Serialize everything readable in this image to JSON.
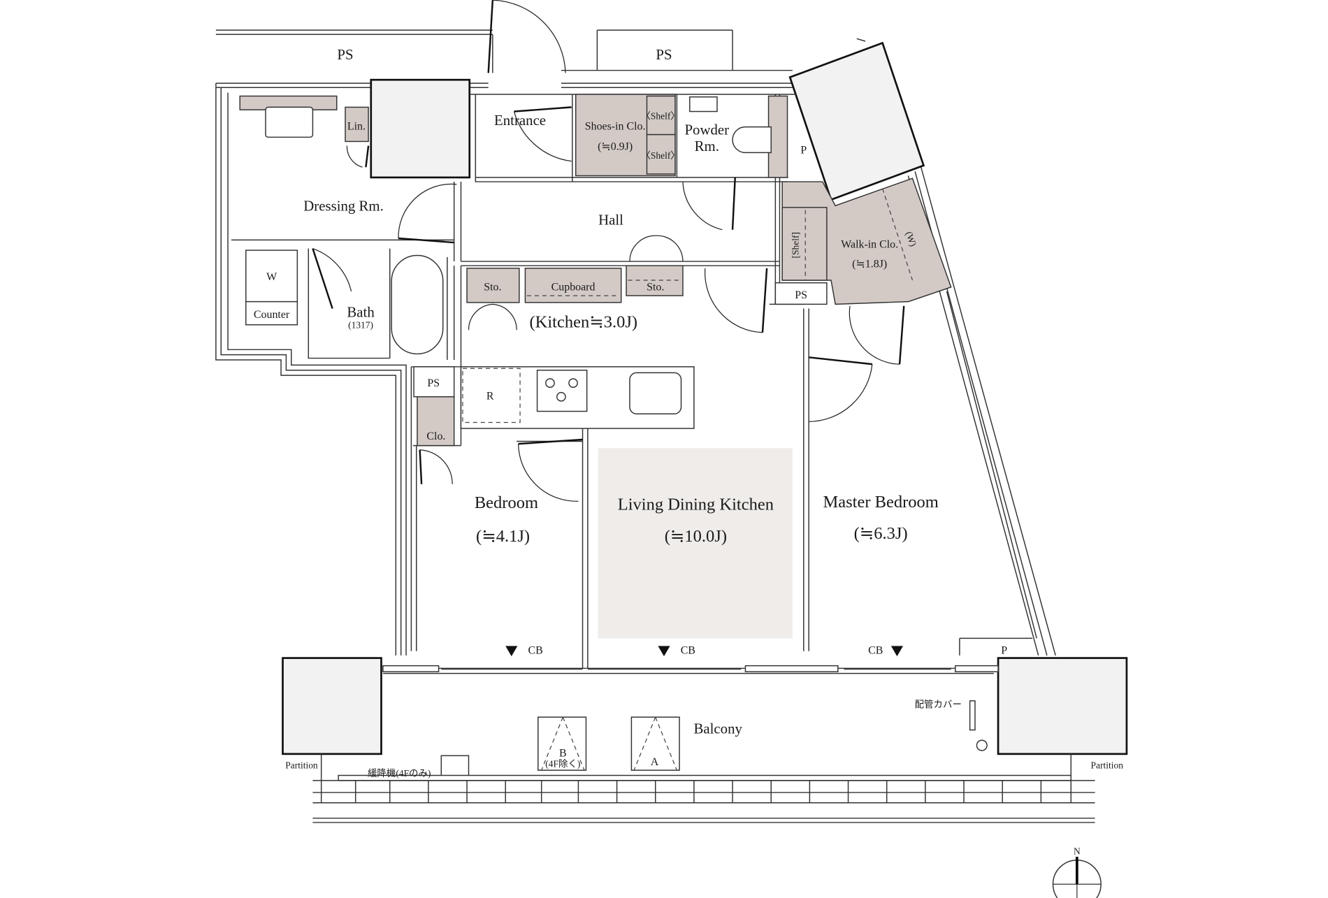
{
  "plan": {
    "rooms": {
      "ps_top_left": "PS",
      "ps_top_right": "PS",
      "entrance": "Entrance",
      "shoes_closet": "Shoes-in Clo.",
      "shoes_closet_size": "(≒0.9J)",
      "shelf_1": "〈Shelf〉",
      "shelf_2": "〈Shelf〉",
      "powder_line1": "Powder",
      "powder_line2": "Rm.",
      "p_top": "P",
      "lin": "Lin.",
      "dressing": "Dressing Rm.",
      "hall": "Hall",
      "walkin": "Walk-in Clo.",
      "walkin_size": "(≒1.8J)",
      "walkin_shelf": "[Shelf]",
      "walkin_w": "(W)",
      "ps_walkin": "PS",
      "washer": "W",
      "counter": "Counter",
      "bath": "Bath",
      "bath_size": "(1317)",
      "sto_left": "Sto.",
      "cupboard": "Cupboard",
      "sto_right": "Sto.",
      "kitchen": "(Kitchen≒3.0J)",
      "ps_kitchen": "PS",
      "fridge": "R",
      "closet": "Clo.",
      "bedroom": "Bedroom",
      "bedroom_size": "(≒4.1J)",
      "ldk": "Living Dining Kitchen",
      "ldk_size": "(≒10.0J)",
      "master": "Master Bedroom",
      "master_size": "(≒6.3J)",
      "cb_1": "CB",
      "cb_2": "CB",
      "cb_3": "CB",
      "p_bottom": "P",
      "pipe_cover": "配管カバー",
      "balcony": "Balcony",
      "unit_b": "B",
      "unit_b_note": "(4F除く)",
      "unit_a": "A",
      "escape": "緩降機(4Fのみ)",
      "partition_left": "Partition",
      "partition_right": "Partition",
      "north": "N"
    }
  }
}
